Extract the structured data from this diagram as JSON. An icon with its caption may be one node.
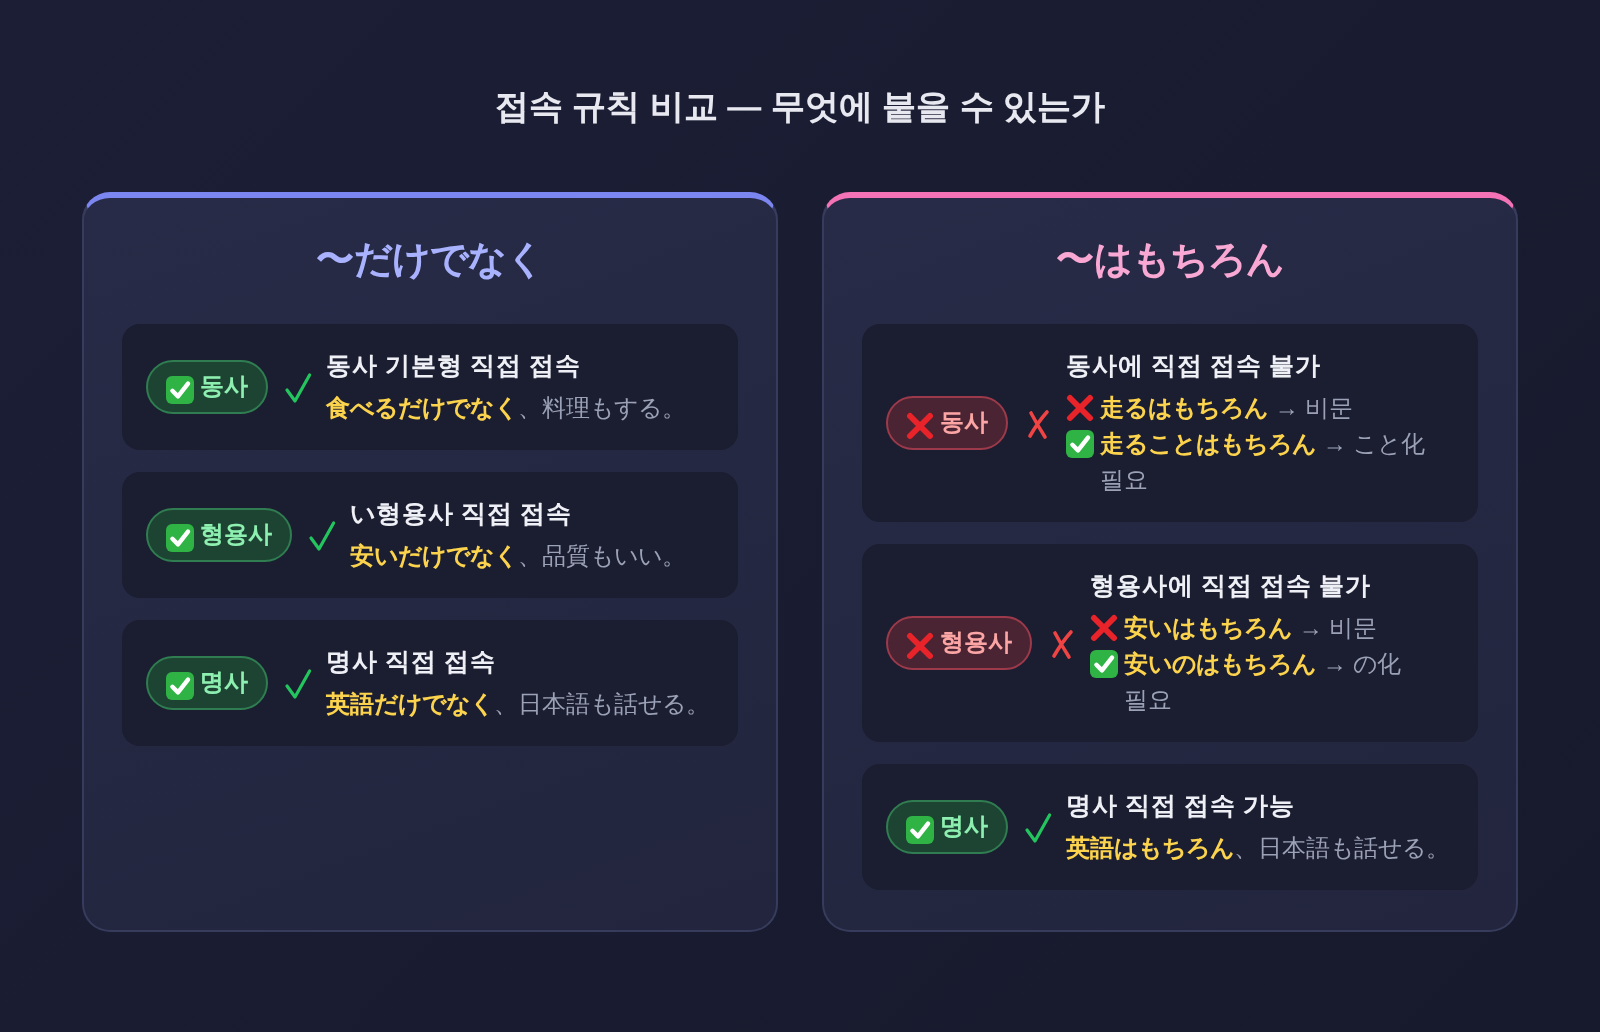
{
  "diagram": {
    "title": "접속 규칙 비교 — 무엇에 붙을 수 있는가",
    "nodes": [
      {
        "text": [
          "〜だけでなく"
        ]
      },
      {
        "text": [
          "동사 기본형 직접 접속",
          "**食べるだけでなく**、料理もする。"
        ],
        "in": 0
      },
      {
        "text": [
          "동사"
        ],
        "in": 1
      },
      {
        "text": [
          "い형용사 직접 접속",
          "**安いだけでなく**、品質もいい。"
        ],
        "in": 0
      },
      {
        "text": [
          "형용사"
        ],
        "in": 3
      },
      {
        "text": [
          "명사 직접 접속",
          "**英語だけでなく**、日本語も話せる。"
        ],
        "in": 0
      },
      {
        "text": [
          "명사"
        ],
        "in": 5
      },
      {
        "text": [
          "〜はもちろん"
        ]
      },
      {
        "text": [
          "동사에 직접 접속 불가",
          "**走るはもちろん** → 비문",
          "**走ることはもちろん** → こと化 필요"
        ],
        "in": 7
      },
      {
        "text": [
          "동사"
        ],
        "in": 8
      },
      {
        "text": [
          "형용사에 직접 접속 불가",
          "**安いはもちろん** → 비문",
          "**安いのはもちろん** → の化 필요"
        ],
        "in": 7
      },
      {
        "text": [
          "형용사"
        ],
        "in": 10
      },
      {
        "text": [
          "명사 직접 접속 가능",
          "**英語はもちろん**、日本語も話せる。"
        ],
        "in": 7
      },
      {
        "text": [
          "명사"
        ],
        "in": 12
      }
    ]
  }
}
